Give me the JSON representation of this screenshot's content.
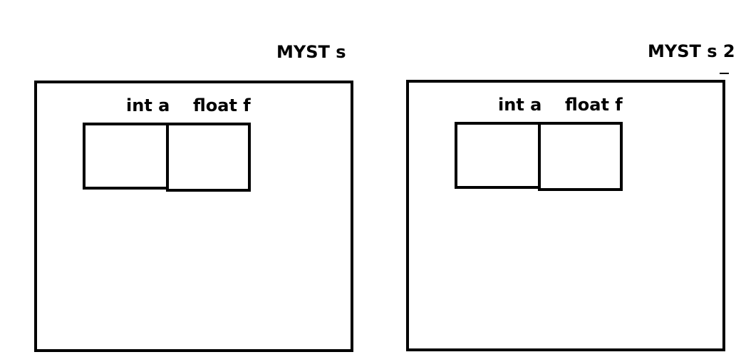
{
  "structs": [
    {
      "name": "MYST s",
      "fields": [
        {
          "label": "int a"
        },
        {
          "label": "float f"
        }
      ]
    },
    {
      "name": "MYST s 2",
      "fields": [
        {
          "label": "int a"
        },
        {
          "label": "float f"
        }
      ]
    }
  ],
  "colors": {
    "stroke": "#000000",
    "background": "#ffffff"
  }
}
